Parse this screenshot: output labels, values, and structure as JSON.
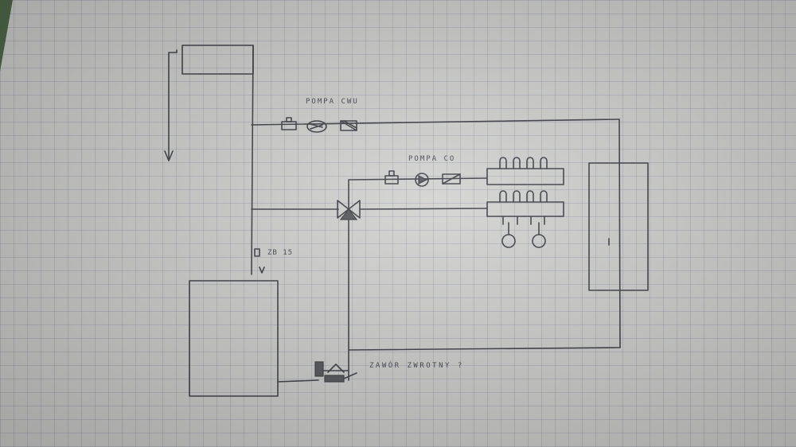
{
  "labels": {
    "pump_cwu": "POMPA CWU",
    "pump_co": "POMPA CO",
    "valve_marker": "ZB 15",
    "check_valve": "ZAWÓR ZWROTNY ?"
  },
  "colors": {
    "paper": "#d2d3d1",
    "grid": "#8c93a8",
    "ink": "#3d3f45",
    "table_surface": "#6f7466"
  }
}
